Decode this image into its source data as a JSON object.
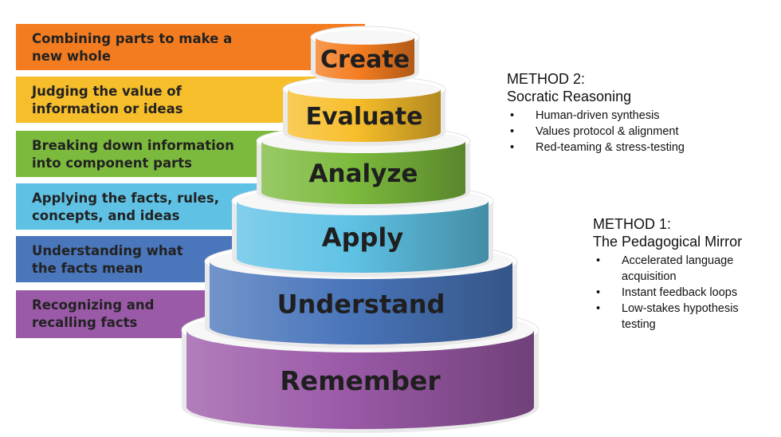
{
  "colors": {
    "create": "#f47c20",
    "evaluate": "#f7be2b",
    "analyze": "#7cba3d",
    "apply": "#5fc2e5",
    "understand": "#4a76bb",
    "remember": "#9b5aa8"
  },
  "tiers": [
    {
      "key": "create",
      "label": "Create",
      "desc": [
        "Combining parts to make a",
        "new whole"
      ]
    },
    {
      "key": "evaluate",
      "label": "Evaluate",
      "desc": [
        "Judging the value of",
        "information or ideas"
      ]
    },
    {
      "key": "analyze",
      "label": "Analyze",
      "desc": [
        "Breaking down information",
        "into component parts"
      ]
    },
    {
      "key": "apply",
      "label": "Apply",
      "desc": [
        "Applying the facts, rules,",
        "concepts, and ideas"
      ]
    },
    {
      "key": "understand",
      "label": "Understand",
      "desc": [
        "Understanding what",
        "the facts mean"
      ]
    },
    {
      "key": "remember",
      "label": "Remember",
      "desc": [
        "Recognizing and",
        "recalling facts"
      ]
    }
  ],
  "method2": {
    "line1": "METHOD 2:",
    "line2": "Socratic Reasoning",
    "bullets": [
      "Human-driven synthesis",
      "Values protocol & alignment",
      "Red-teaming & stress-testing"
    ]
  },
  "method1": {
    "line1": "METHOD 1:",
    "line2": "The Pedagogical Mirror",
    "bullets": [
      "Accelerated language acquisition",
      "Instant feedback loops",
      "Low-stakes hypothesis testing"
    ]
  }
}
